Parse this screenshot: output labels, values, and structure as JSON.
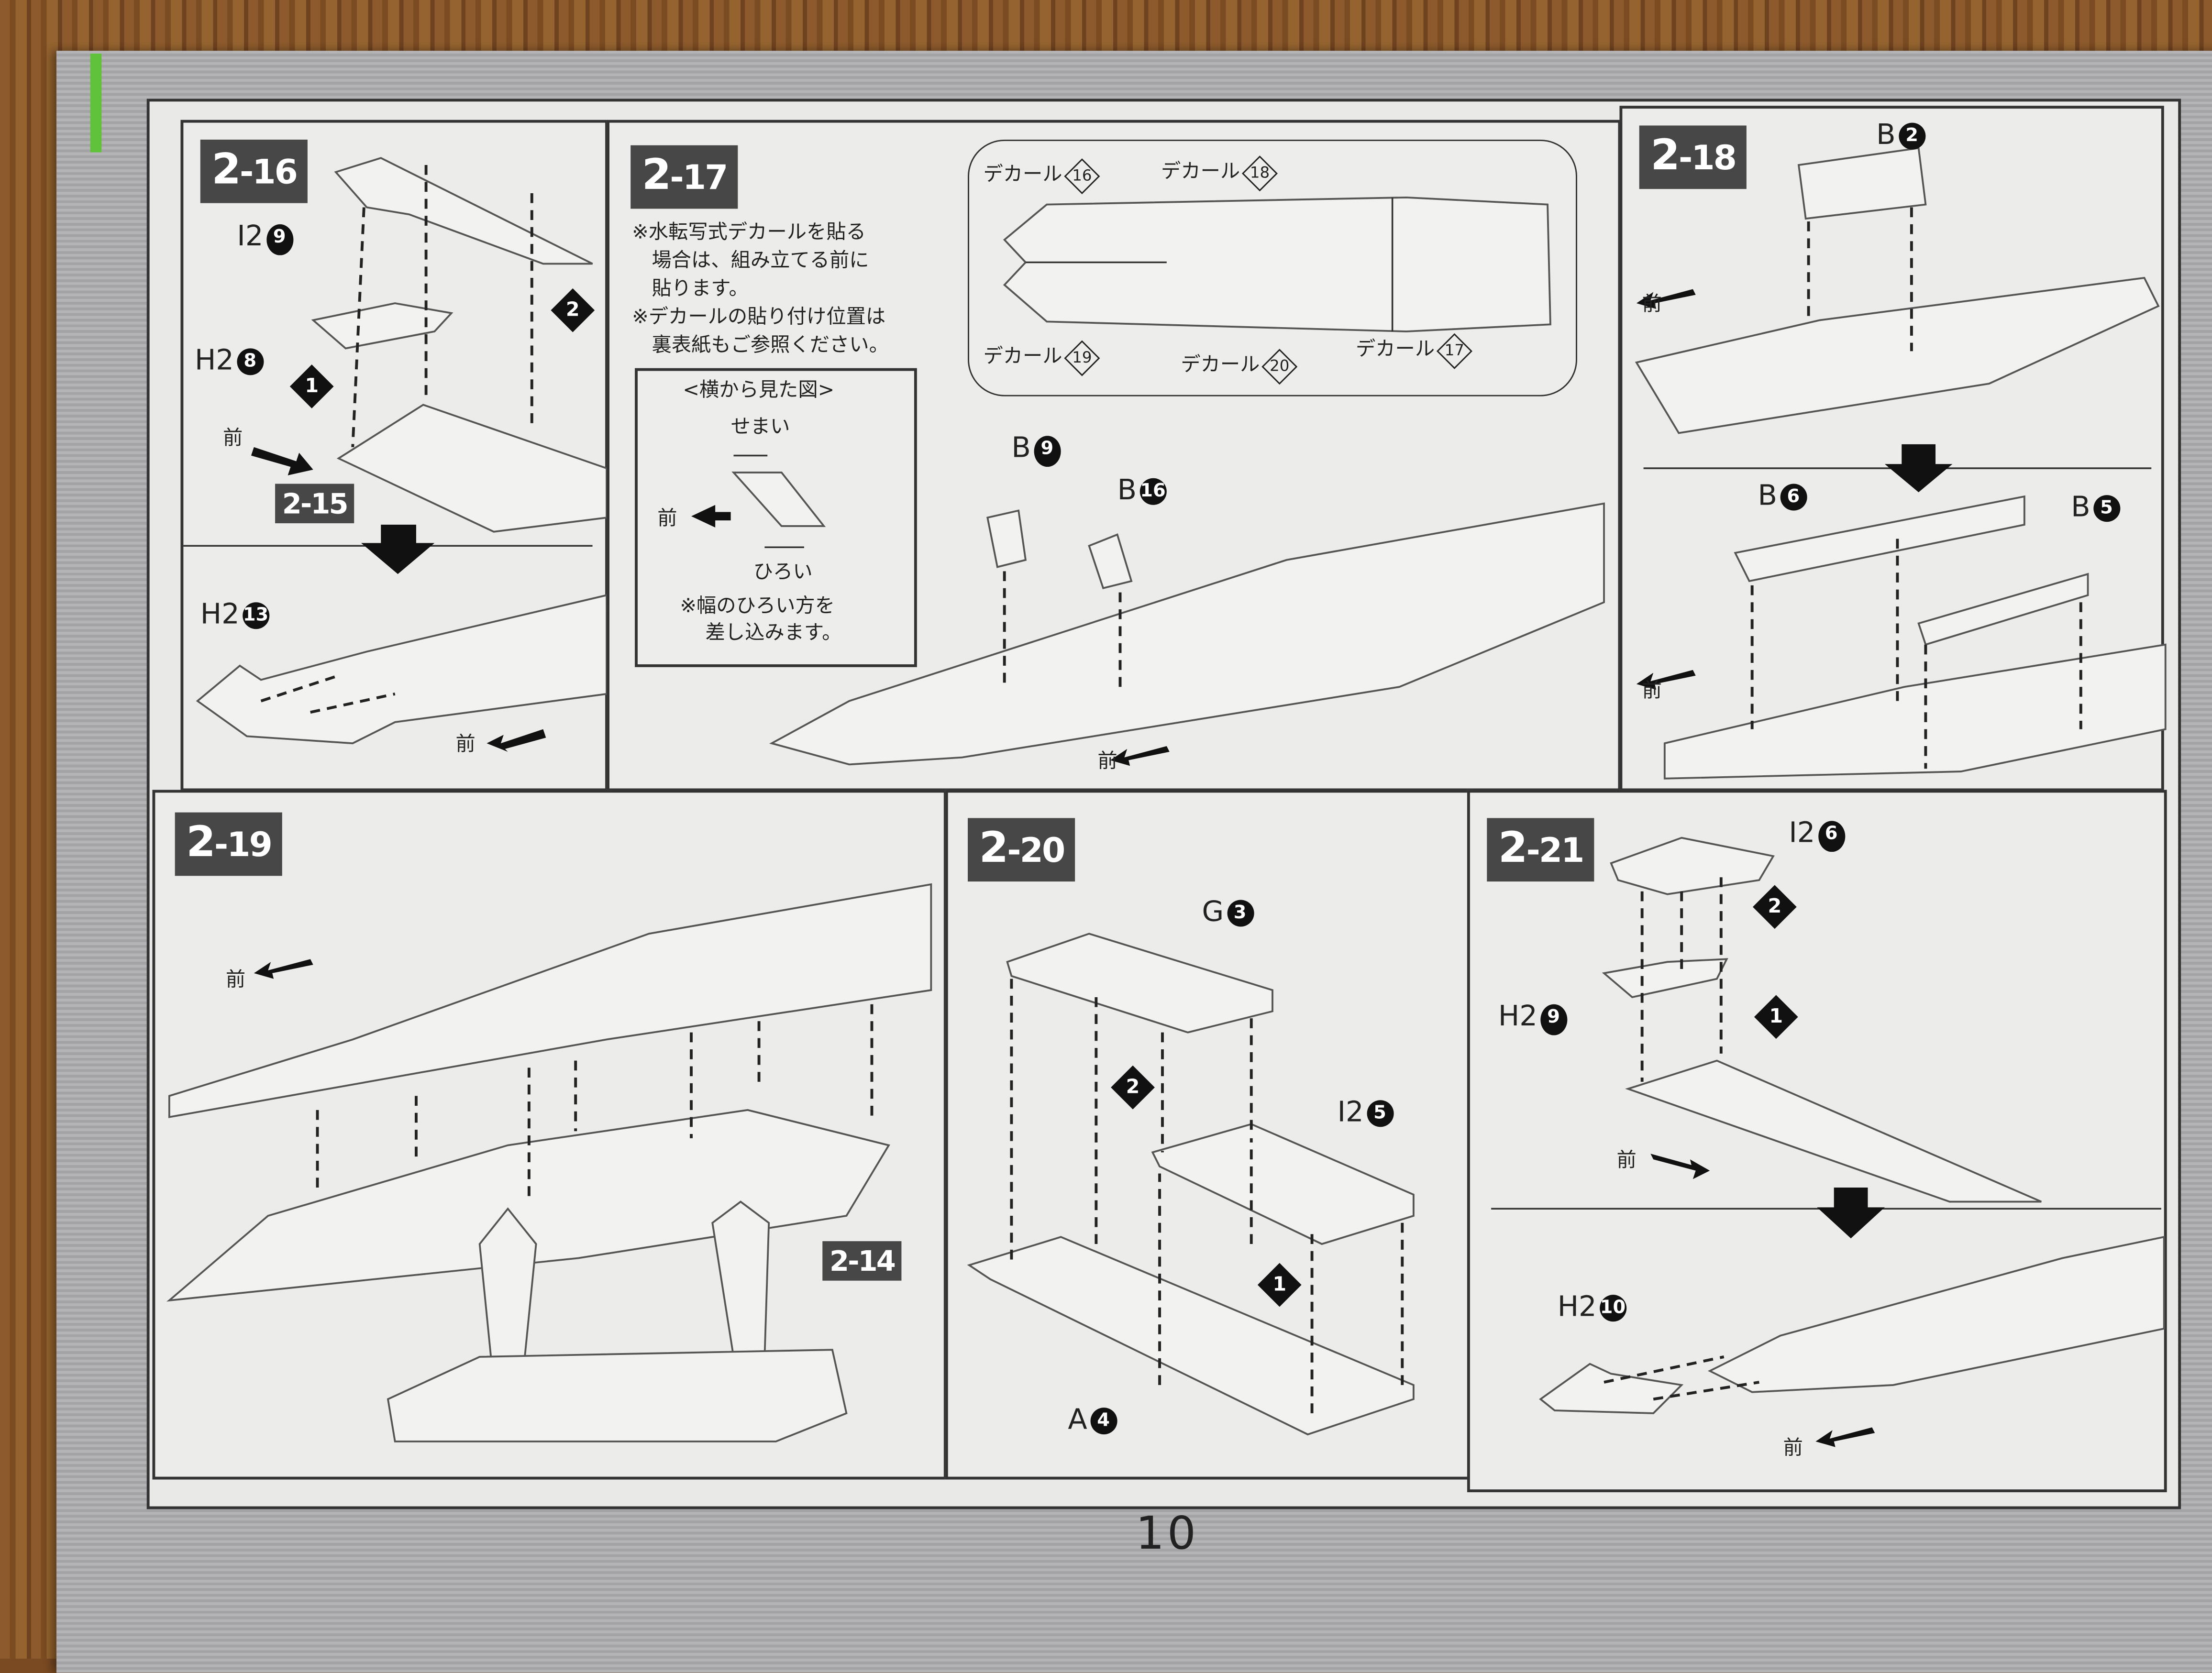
{
  "page_number": "10",
  "front_label": "前",
  "steps": {
    "s2_16": {
      "num": "2",
      "sub": "-16",
      "part_i2": "I2",
      "part_i2_num": "9",
      "part_h2a": "H2",
      "part_h2a_num": "8",
      "order1": "1",
      "order2": "2",
      "ref": "2-15",
      "part_h2b": "H2",
      "part_h2b_num": "13"
    },
    "s2_17": {
      "num": "2",
      "sub": "-17",
      "notes": [
        "※水転写式デカールを貼る",
        "場合は、組み立てる前に",
        "貼ります。",
        "※デカールの貼り付け位置は",
        "裏表紙もご参照ください。"
      ],
      "side_view": {
        "title": "<横から見た図>",
        "narrow": "せまい",
        "wide": "ひろい",
        "note": [
          "※幅のひろい方を",
          "差し込みます。"
        ]
      },
      "decal_word": "デカール",
      "decals": [
        "16",
        "18",
        "19",
        "20",
        "17"
      ],
      "part_b9": "B",
      "part_b9_num": "9",
      "part_b16": "B",
      "part_b16_num": "16"
    },
    "s2_18": {
      "num": "2",
      "sub": "-18",
      "b2": "B",
      "b2_num": "2",
      "b6": "B",
      "b6_num": "6",
      "b5": "B",
      "b5_num": "5"
    },
    "s2_19": {
      "num": "2",
      "sub": "-19",
      "ref": "2-14"
    },
    "s2_20": {
      "num": "2",
      "sub": "-20",
      "g": "G",
      "g_num": "3",
      "i2": "I2",
      "i2_num": "5",
      "a": "A",
      "a_num": "4",
      "order1": "1",
      "order2": "2"
    },
    "s2_21": {
      "num": "2",
      "sub": "-21",
      "i2": "I2",
      "i2_num": "6",
      "h2a": "H2",
      "h2a_num": "9",
      "h2b": "H2",
      "h2b_num": "10",
      "order1": "1",
      "order2": "2"
    }
  }
}
